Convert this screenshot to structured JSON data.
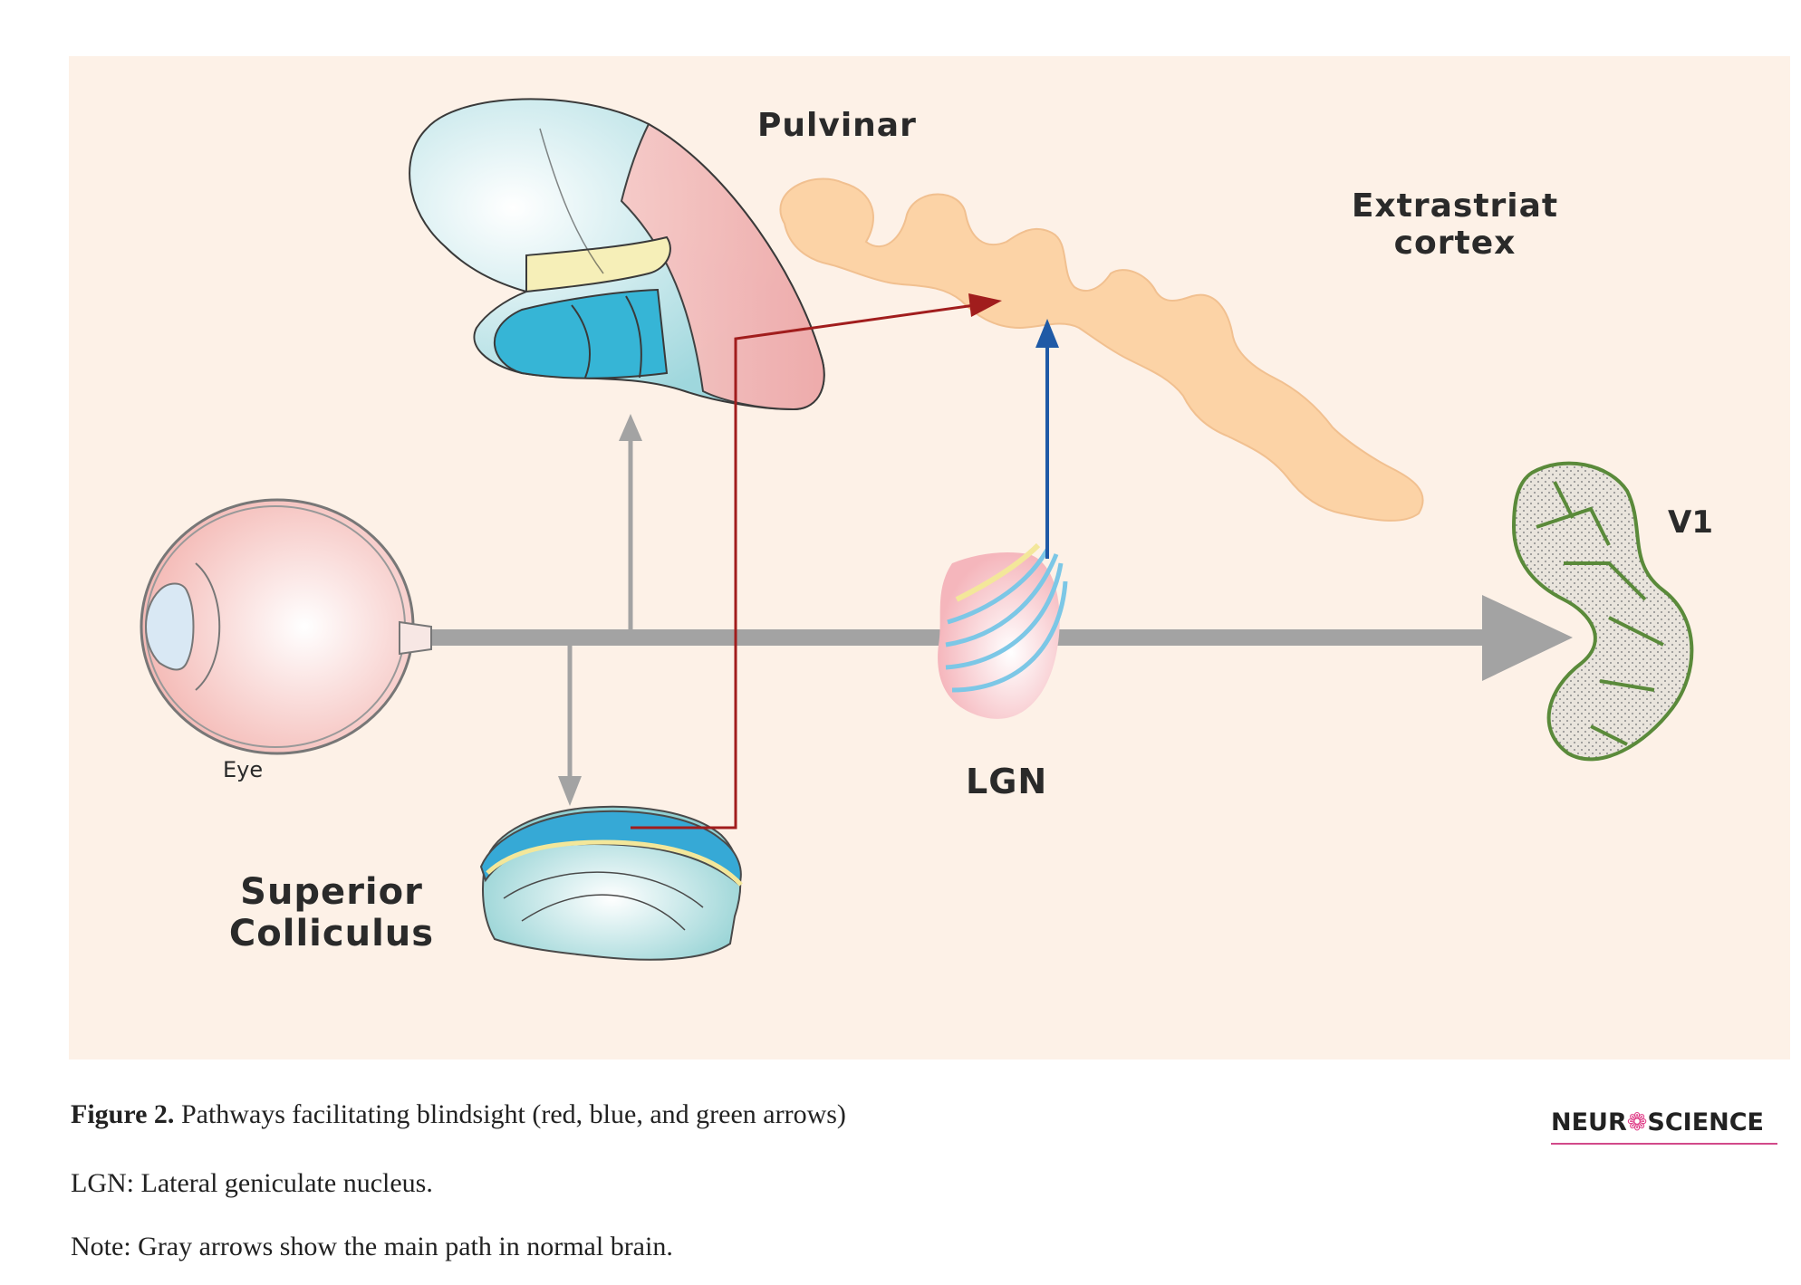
{
  "labels": {
    "pulvinar": "Pulvinar",
    "extrastriat_line1": "Extrastriat",
    "extrastriat_line2": "cortex",
    "v1": "V1",
    "eye": "Eye",
    "lgn": "LGN",
    "sc_line1": "Superior",
    "sc_line2": "Colliculus"
  },
  "caption": {
    "figure_number": "Figure 2.",
    "figure_text": " Pathways facilitating blindsight (red, blue, and green arrows)",
    "abbreviation": "LGN: Lateral geniculate nucleus.",
    "note": "Note: Gray arrows show the main path in normal brain."
  },
  "logo": {
    "part1": "NEUR",
    "mark": "❁",
    "part2": "SCIENCE"
  },
  "colors": {
    "panel_background": "#fdf1e7",
    "gray_arrow": "#a3a3a3",
    "red_arrow": "#a11d1d",
    "blue_arrow": "#1f5aa6",
    "cortex_fill": "#fcd3a6",
    "v1_green": "#5a8a3a"
  }
}
